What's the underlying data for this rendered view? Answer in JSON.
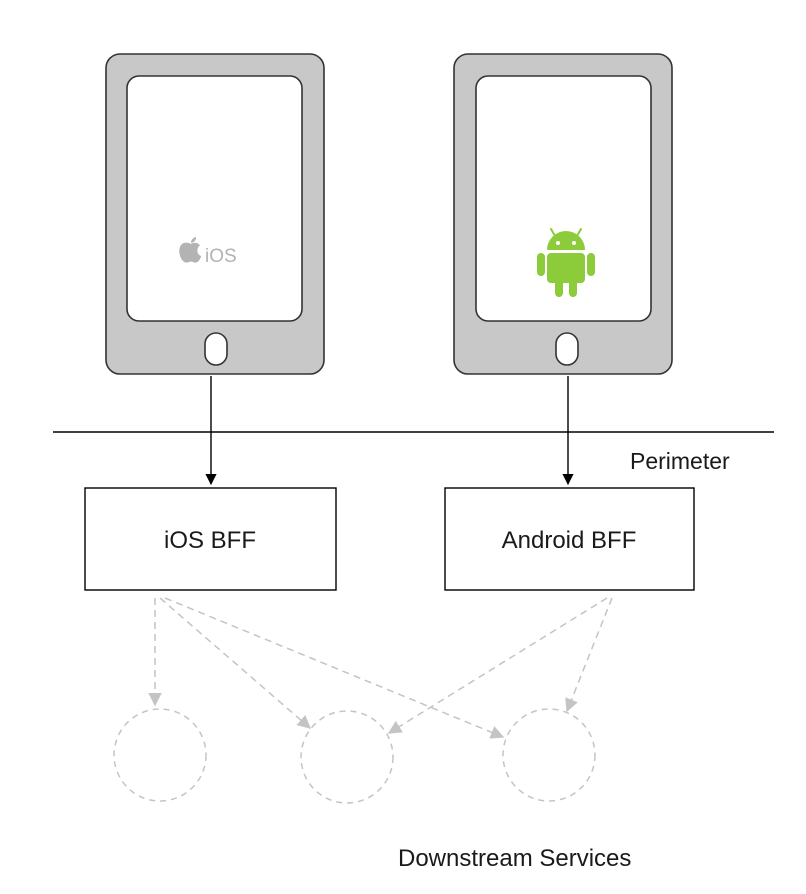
{
  "phones": [
    {
      "os": "iOS",
      "badge_text": "iOS",
      "badge_icon": "apple-logo-icon",
      "badge_color": "#b3b3b3"
    },
    {
      "os": "Android",
      "badge_icon": "android-robot-icon",
      "badge_color": "#8ccb3a"
    }
  ],
  "perimeter_label": "Perimeter",
  "bffs": [
    {
      "label": "iOS BFF"
    },
    {
      "label": "Android BFF"
    }
  ],
  "downstream_label": "Downstream Services",
  "colors": {
    "phone_body": "#c8c8c8",
    "phone_outline": "#333333",
    "dashed_link": "#c4c4c4",
    "line": "#000000"
  }
}
